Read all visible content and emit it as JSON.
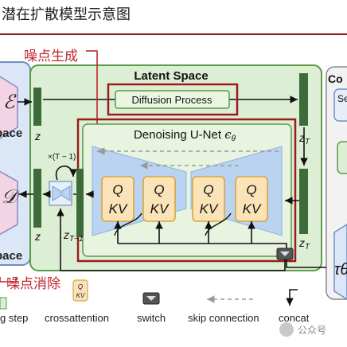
{
  "title": "潜在扩散模型示意图",
  "annotations": {
    "noise_generate": "噪点生成",
    "noise_remove": "噪点消除"
  },
  "pixel_space": {
    "encoder_symbol": "ℰ",
    "decoder_symbol": "𝒟",
    "label_fragment": "pace",
    "label_fragment_bottom": "pace"
  },
  "latent_space": {
    "title": "Latent Space",
    "diffusion_process": "Diffusion Process",
    "z_top": "z",
    "z_bottom": "z",
    "zT_top": "zT",
    "zT_right": "zT",
    "zT_minus1": "zT-1",
    "loop_label": "×(T − 1)"
  },
  "unet": {
    "title": "Denoising U-Net εθ",
    "blocks": [
      {
        "q": "Q",
        "kv": "KV"
      },
      {
        "q": "Q",
        "kv": "KV"
      },
      {
        "q": "Q",
        "kv": "KV"
      },
      {
        "q": "Q",
        "kv": "KV"
      }
    ]
  },
  "conditioning": {
    "label_fragment": "Co",
    "sub_fragment": "Se",
    "tau": "τθ"
  },
  "legend": {
    "items": [
      {
        "label": "g step"
      },
      {
        "label": "crossattention"
      },
      {
        "label": "switch"
      },
      {
        "label": "skip connection"
      },
      {
        "label": "concat"
      }
    ],
    "mini_q": "Q",
    "mini_kv": "KV"
  },
  "watermark": {
    "text": "公众号"
  },
  "colors": {
    "latent_bg": "#dcefd4",
    "latent_border": "#5a9a4a",
    "unet_bg": "#e8f4e0",
    "pixel_bg": "#dbe6f7",
    "accent_red": "#9b1c1c",
    "bar_green": "#3d6b3a",
    "qkv_fill": "#fbe3b8",
    "qkv_border": "#d9a441",
    "funnel": "#b9d3f0"
  }
}
